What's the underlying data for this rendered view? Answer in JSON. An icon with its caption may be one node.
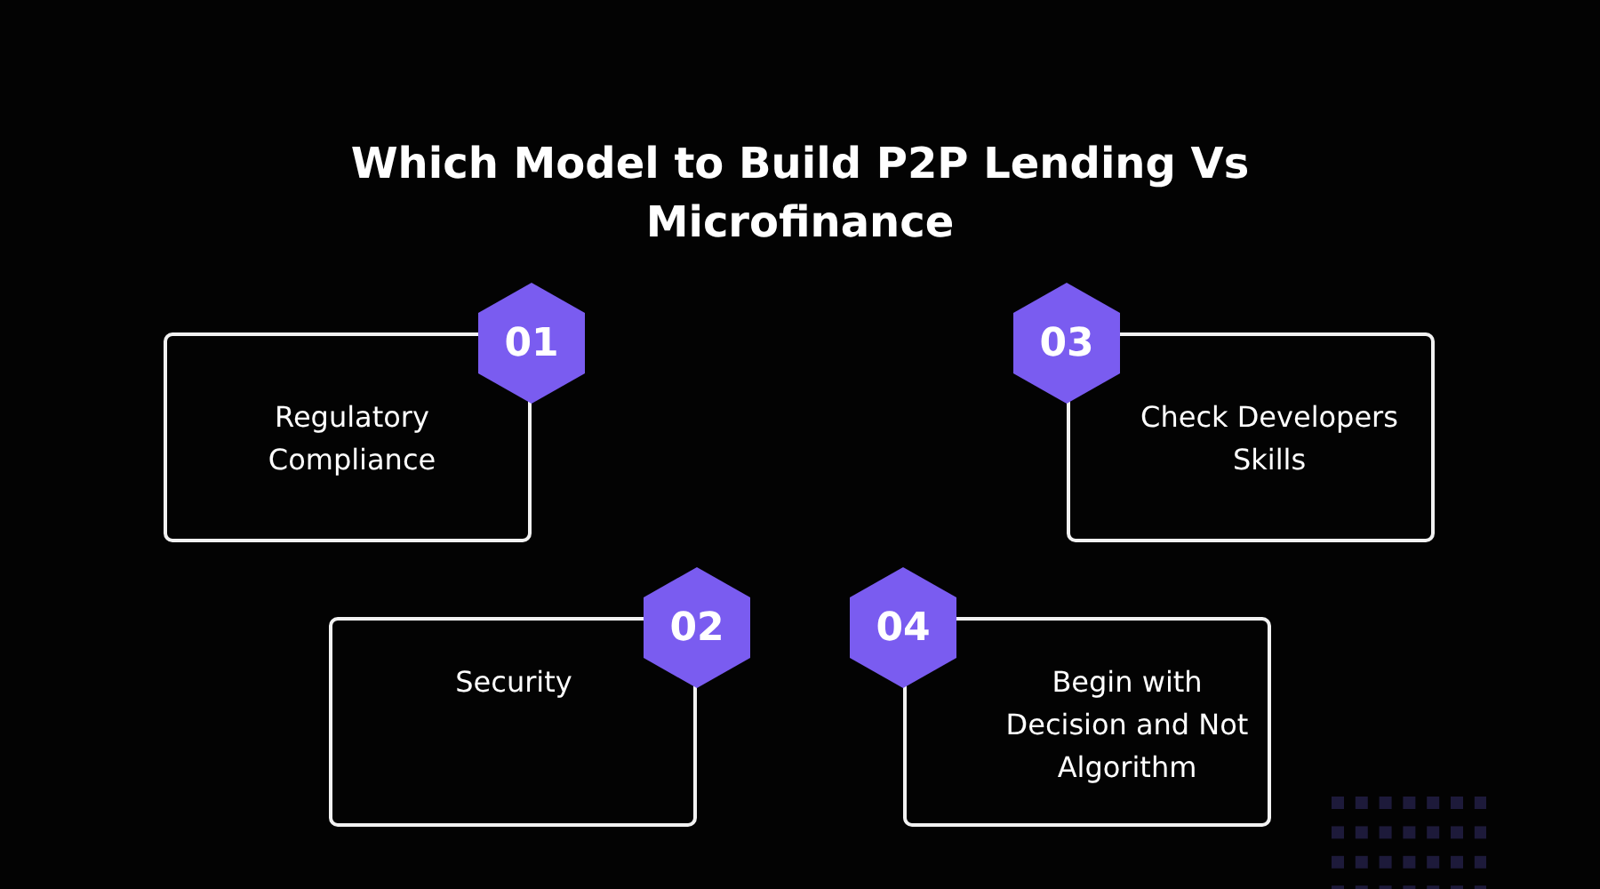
{
  "diagram": {
    "title": "Which Model to Build P2P Lending Vs Microfinance",
    "nodes": [
      {
        "text": [
          "01"
        ]
      },
      {
        "text": [
          "Regulatory Compliance"
        ]
      },
      {
        "text": [
          "03"
        ]
      },
      {
        "text": [
          "Check Developers Skills"
        ]
      },
      {
        "text": [
          "02"
        ]
      },
      {
        "text": [
          "Security"
        ]
      },
      {
        "text": [
          "04"
        ]
      },
      {
        "text": [
          "Begin with Decision and Not Algorithm"
        ]
      }
    ]
  }
}
